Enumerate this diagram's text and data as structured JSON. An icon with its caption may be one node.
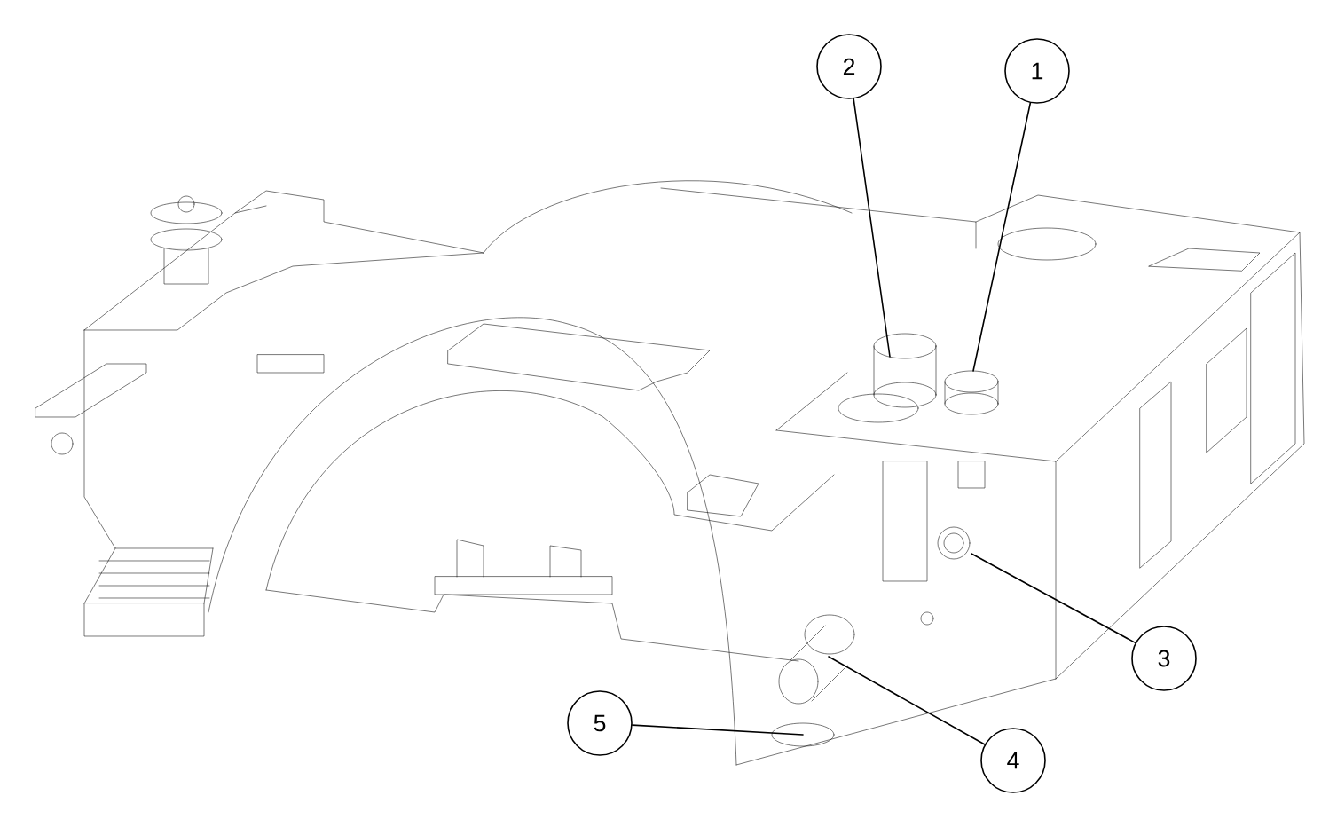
{
  "diagram": {
    "nodes": [
      {
        "text": [
          "2"
        ]
      },
      {
        "text": [
          "1"
        ]
      },
      {
        "text": [
          "3"
        ]
      },
      {
        "text": [
          "5"
        ]
      },
      {
        "text": [
          "4"
        ]
      }
    ],
    "edges": [
      {
        "from": 0,
        "to": null,
        "arrow": "none"
      },
      {
        "from": 1,
        "to": null,
        "arrow": "none"
      },
      {
        "from": 2,
        "to": null,
        "arrow": "none"
      },
      {
        "from": 3,
        "to": null,
        "arrow": "none"
      },
      {
        "from": 4,
        "to": null,
        "arrow": "none"
      }
    ]
  }
}
